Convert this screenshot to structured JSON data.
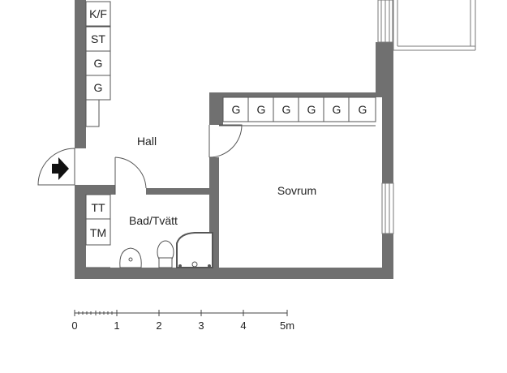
{
  "rooms": {
    "hall": "Hall",
    "bedroom": "Sovrum",
    "bathroom": "Bad/Tvätt"
  },
  "left_cabinets": [
    "K/F",
    "ST",
    "G",
    "G"
  ],
  "bedroom_wardrobes": [
    "G",
    "G",
    "G",
    "G",
    "G",
    "G"
  ],
  "bathroom_appliances": [
    "TT",
    "TM"
  ],
  "scale_bar": {
    "ticks": [
      "0",
      "1",
      "2",
      "3",
      "4",
      "5m"
    ]
  },
  "colors": {
    "wall": "#707070",
    "line": "#555555",
    "text": "#222222"
  }
}
